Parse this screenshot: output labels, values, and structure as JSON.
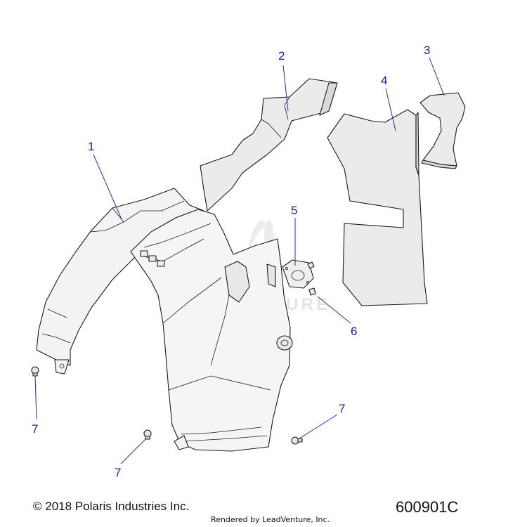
{
  "callouts": {
    "c1": "1",
    "c2": "2",
    "c3": "3",
    "c4": "4",
    "c5": "5",
    "c6": "6",
    "c7a": "7",
    "c7b": "7",
    "c7c": "7"
  },
  "watermark": "LEADVENTURE",
  "footer": {
    "copyright": "© 2018 Polaris Industries Inc.",
    "diagram_code": "600901C",
    "rendered_by": "Rendered by LeadVenture, Inc."
  },
  "colors": {
    "callout": "#1a1aa6",
    "part_fill": "#f2f2f2",
    "insulation_fill": "#ebebeb"
  }
}
